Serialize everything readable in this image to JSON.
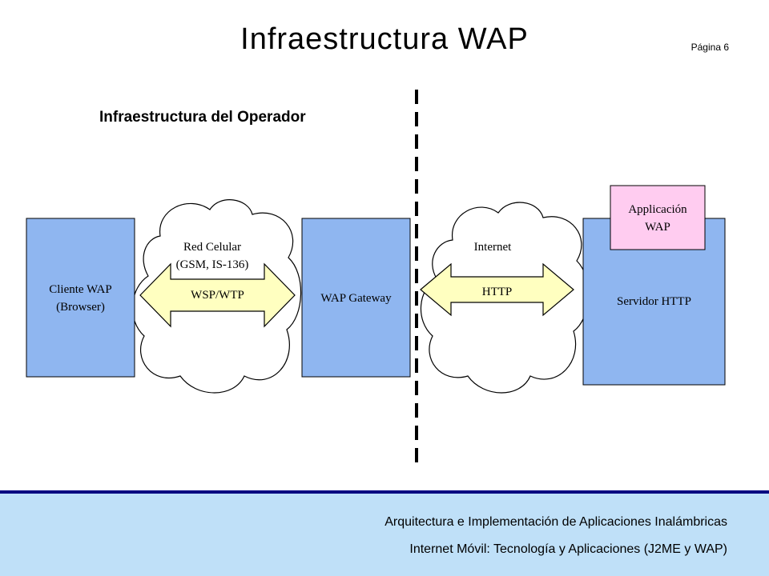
{
  "slide": {
    "title": "Infraestructura WAP",
    "page": "Página 6",
    "section": "Infraestructura del Operador"
  },
  "diagram": {
    "client": {
      "line1": "Cliente WAP",
      "line2": "(Browser)"
    },
    "cellular": {
      "line1": "Red Celular",
      "line2": "(GSM, IS-136)",
      "protocol": "WSP/WTP"
    },
    "gateway": {
      "label": "WAP Gateway"
    },
    "internet": {
      "label": "Internet",
      "protocol": "HTTP"
    },
    "server": {
      "label": "Servidor HTTP"
    },
    "application": {
      "line1": "Applicación",
      "line2": "WAP"
    }
  },
  "footer": {
    "line1": "Arquitectura e Implementación de Aplicaciones Inalámbricas",
    "line2": "Internet Móvil: Tecnología y Aplicaciones (J2ME y WAP)"
  },
  "colors": {
    "box_fill": "#8fb6f0",
    "app_fill": "#ffccf0",
    "footer_bg": "#bfe0f8",
    "footer_rule": "#000080"
  }
}
